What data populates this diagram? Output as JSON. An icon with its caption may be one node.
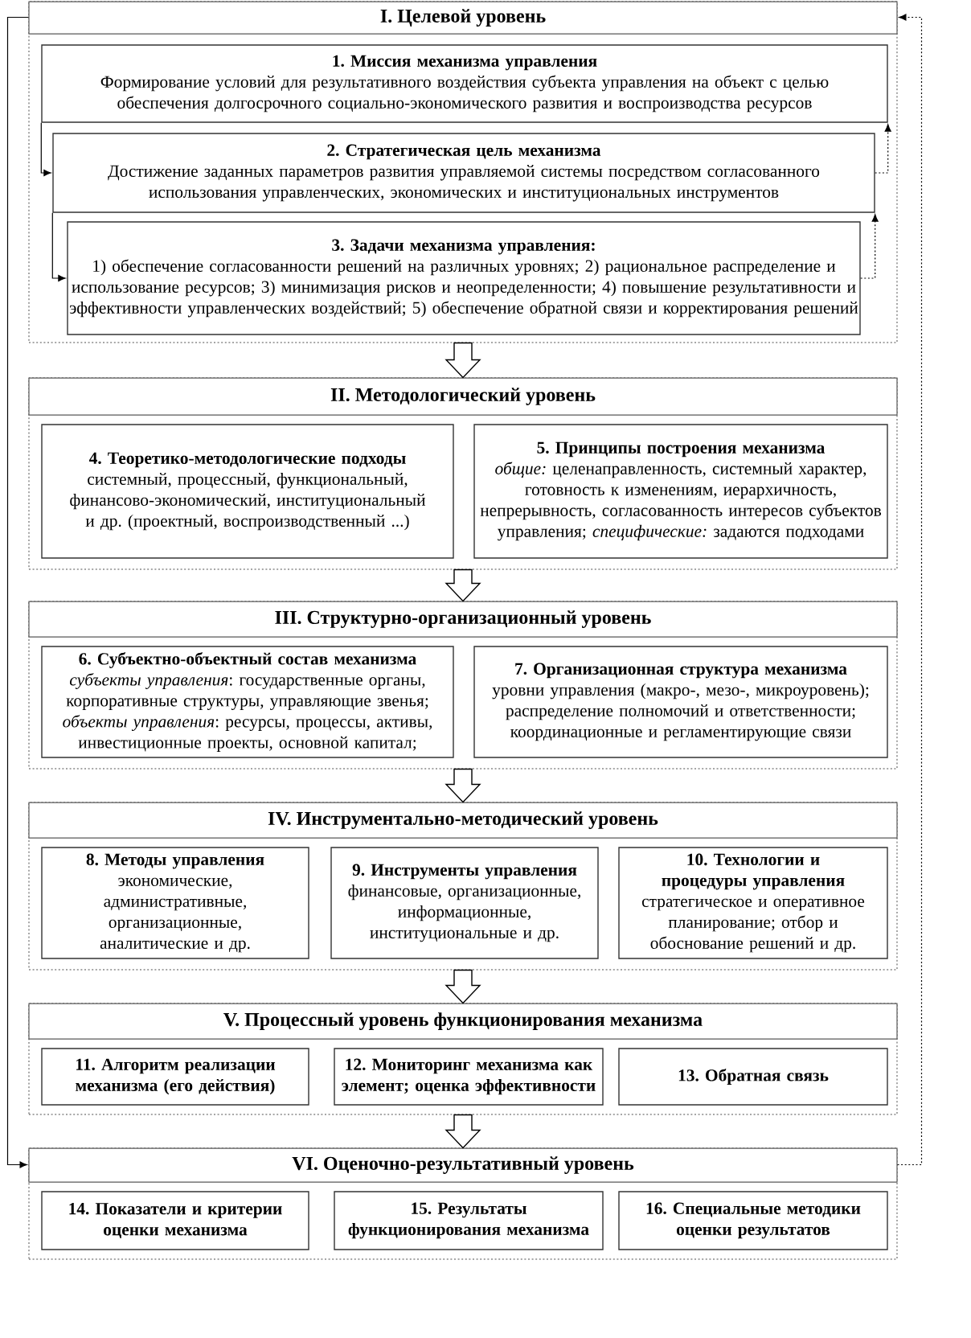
{
  "diagram": {
    "nodes": [
      {
        "text": [
          "I. Целевой уровень"
        ]
      },
      {
        "text": [
          "1. Миссия механизма управления",
          "Формирование условий для результативного воздействия субъекта управления на объект с целью обеспечения долгосрочного социально-экономического развития и воспроизводства ресурсов"
        ],
        "in": 0
      },
      {
        "text": [
          "2. Стратегическая цель механизма",
          "Достижение заданных параметров развития управляемой системы посредством согласованного использования управленческих, экономических и институциональных инструментов"
        ],
        "in": 0
      },
      {
        "text": [
          "3. Задачи механизма управления:",
          "1) обеспечение согласованности решений на различных уровнях; 2) рациональное распределение и использование ресурсов; 3) минимизация рисков и неопределенности; 4) повышение результативности и эффективности управленческих воздействий; 5) обеспечение обратной связи и корректирования решений"
        ],
        "in": 0
      },
      {
        "text": [
          "II. Методологический уровень"
        ]
      },
      {
        "text": [
          "4. Теоретико-методологические подходы",
          "системный, процессный, функциональный, финансово-экономический, институциональный и др. (проектный, воспроизводственный ...)"
        ],
        "in": 4
      },
      {
        "text": [
          "5. Принципы построения механизма",
          "*общие:* целенаправленность, системный характер, готовность к изменениям, иерархичность, непрерывность, согласованность интересов субъектов управления; *специфические:* задаются подходами"
        ],
        "in": 4
      },
      {
        "text": [
          "III. Структурно-организационный уровень"
        ]
      },
      {
        "text": [
          "6. Субъектно-объектный состав механизма",
          "*субъекты управления*: государственные органы, корпоративные структуры, управляющие звенья; *объекты управления*: ресурсы, процессы, активы, инвестиционные проекты, основной капитал;"
        ],
        "in": 7
      },
      {
        "text": [
          "7. Организационная структура механизма",
          "уровни управления (макро-, мезо-, микроуровень); распределение полномочий и ответственности; координационные и регламентирующие связи"
        ],
        "in": 7
      },
      {
        "text": [
          "IV. Инструментально-методический уровень"
        ]
      },
      {
        "text": [
          "8. Методы управления",
          "экономические, административные, организационные, аналитические и др."
        ],
        "in": 10
      },
      {
        "text": [
          "9. Инструменты управления",
          "финансовые, организационные, информационные, институциональные и др."
        ],
        "in": 10
      },
      {
        "text": [
          "10. Технологии и процедуры управления",
          "стратегическое и оперативное планирование; отбор и обоснование решений и др."
        ],
        "in": 10
      },
      {
        "text": [
          "V. Процессный уровень функционирования механизма"
        ]
      },
      {
        "text": [
          "11. Алгоритм реализации механизма (его действия)"
        ],
        "in": 14
      },
      {
        "text": [
          "12. Мониторинг механизма как элемент; оценка эффективности"
        ],
        "in": 14
      },
      {
        "text": [
          "13. Обратная связь"
        ],
        "in": 14
      },
      {
        "text": [
          "VI. Оценочно-результативный уровень"
        ]
      },
      {
        "text": [
          "14. Показатели и критерии оценки механизма"
        ],
        "in": 18
      },
      {
        "text": [
          "15. Результаты функционирования механизма"
        ],
        "in": 18
      },
      {
        "text": [
          "16. Специальные методики оценки результатов"
        ],
        "in": 18
      }
    ],
    "edges": [
      {
        "from": 0,
        "to": 18,
        "arrow": "to"
      },
      {
        "from": 18,
        "to": 0,
        "arrow": "to",
        "style": "dashed"
      },
      {
        "from": 1,
        "to": 2,
        "arrow": "to"
      },
      {
        "from": 2,
        "to": 3,
        "arrow": "to"
      },
      {
        "from": 3,
        "to": 2,
        "arrow": "to",
        "style": "dashed"
      },
      {
        "from": 2,
        "to": 1,
        "arrow": "to",
        "style": "dashed"
      },
      {
        "from": 0,
        "to": 4,
        "arrow": "to",
        "style": "thick"
      },
      {
        "from": 4,
        "to": 7,
        "arrow": "to",
        "style": "thick"
      },
      {
        "from": 7,
        "to": 10,
        "arrow": "to",
        "style": "thick"
      },
      {
        "from": 10,
        "to": 14,
        "arrow": "to",
        "style": "thick"
      },
      {
        "from": 14,
        "to": 18,
        "arrow": "to",
        "style": "thick"
      }
    ]
  }
}
